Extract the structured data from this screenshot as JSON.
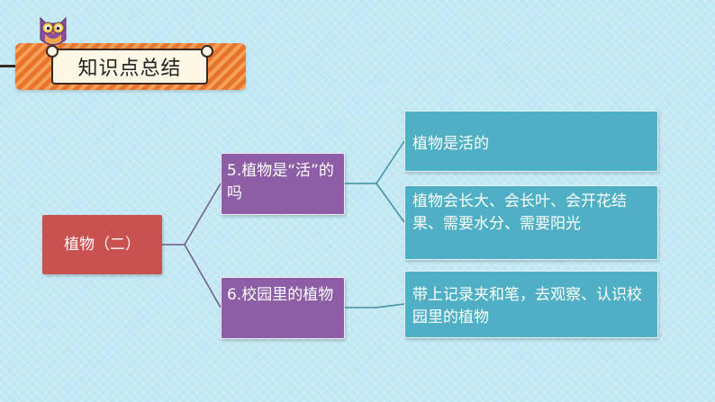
{
  "header": {
    "title": "知识点总结"
  },
  "diagram": {
    "root": {
      "label": "植物（二）"
    },
    "branches": [
      {
        "label": "5.植物是“活”的吗",
        "children": [
          {
            "label": "植物是活的"
          },
          {
            "label": "植物会长大、会长叶、会开花结果、需要水分、需要阳光"
          }
        ]
      },
      {
        "label": "6.校园里的植物",
        "children": [
          {
            "label": "带上记录夹和笔，去观察、认识校园里的植物"
          }
        ]
      }
    ]
  },
  "colors": {
    "background": "#bfe7f3",
    "root": "#c95250",
    "branch": "#8d5ea6",
    "leaf": "#4fb0c5",
    "banner": "#e8732a"
  }
}
